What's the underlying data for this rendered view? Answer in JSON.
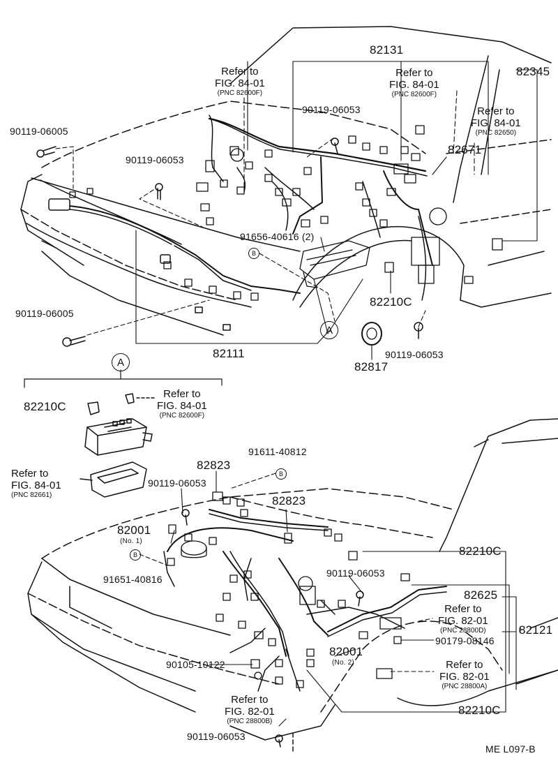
{
  "top_view": {
    "labels": {
      "p82131": "82131",
      "p82345": "82345",
      "p90119_06005_a": "90119-06005",
      "p90119_06053_a": "90119-06053",
      "p90119_06053_b": "90119-06053",
      "p82671": "82671",
      "p91656_40616": "91656-40616 (2)",
      "p90119_06005_b": "90119-06005",
      "p82210c_top": "82210C",
      "p82111": "82111",
      "p82817": "82817",
      "p90119_06053_c": "90119-06053"
    },
    "refs": [
      {
        "line1": "Refer to",
        "line2": "FIG. 84-01",
        "line3": "(PNC 82600F)"
      },
      {
        "line1": "Refer to",
        "line2": "FIG. 84-01",
        "line3": "(PNC 82600F)"
      },
      {
        "line1": "Refer to",
        "line2": "FIG. 84-01",
        "line3": "(PNC 82650)"
      }
    ],
    "markers": {
      "b_top": "B",
      "a_top": "A"
    }
  },
  "detail_a": {
    "marker": "A",
    "p82210c": "82210C",
    "refs": [
      {
        "line1": "Refer to",
        "line2": "FIG. 84-01",
        "line3": "(PNC 82600F)"
      },
      {
        "line1": "Refer to",
        "line2": "FIG. 84-01",
        "line3": "(PNC 82661)"
      }
    ]
  },
  "bottom_view": {
    "labels": {
      "p82823_a": "82823",
      "p91611_40812": "91611-40812",
      "p90119_06053_d": "90119-06053",
      "p82823_b": "82823",
      "p82001_no1": "82001",
      "no1": "(No. 1)",
      "p91651_40816": "91651-40816",
      "p82210c_b1": "82210C",
      "p90119_06053_e": "90119-06053",
      "p82625": "82625",
      "p82121": "82121",
      "p90179_08146": "90179-08146",
      "p90105_10122": "90105-10122",
      "p82001_no2": "82001",
      "no2": "(No. 2)",
      "p82210c_b2": "82210C",
      "p90119_06053_f": "90119-06053",
      "code": "ME  L097-B"
    },
    "refs": [
      {
        "line1": "Refer to",
        "line2": "FIG. 82-01",
        "line3": "(PNC 28800D)"
      },
      {
        "line1": "Refer to",
        "line2": "FIG. 82-01",
        "line3": "(PNC 28800A)"
      },
      {
        "line1": "Refer to",
        "line2": "FIG. 82-01",
        "line3": "(PNC 28800B)"
      }
    ],
    "markers": {
      "b_bottom": "B"
    }
  }
}
